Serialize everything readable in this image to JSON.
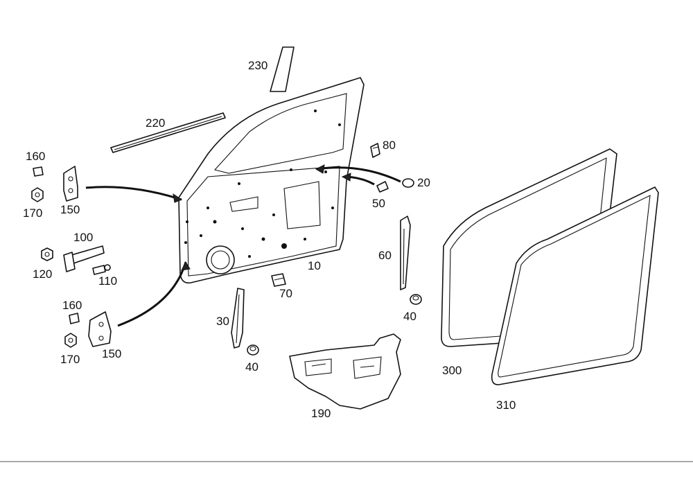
{
  "callouts": {
    "c10": "10",
    "c20": "20",
    "c30": "30",
    "c40a": "40",
    "c40b": "40",
    "c50": "50",
    "c60": "60",
    "c70": "70",
    "c80": "80",
    "c100": "100",
    "c110": "110",
    "c120": "120",
    "c150a": "150",
    "c150b": "150",
    "c160a": "160",
    "c160b": "160",
    "c170a": "170",
    "c170b": "170",
    "c190": "190",
    "c220": "220",
    "c230": "230",
    "c300": "300",
    "c310": "310"
  },
  "colors": {
    "line": "#111111",
    "background": "#ffffff"
  }
}
